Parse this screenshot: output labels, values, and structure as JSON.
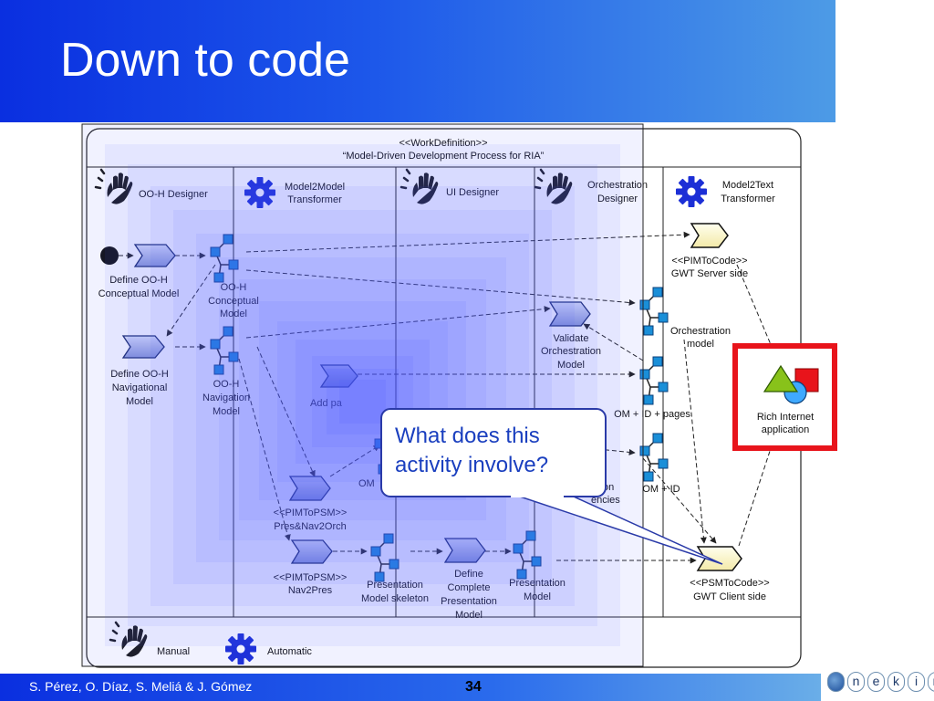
{
  "slide": {
    "title": "Down to code",
    "authors": "S. Pérez, O. Díaz, S. Meliá & J. Gómez",
    "page_number": "34",
    "logo_letters": [
      "o",
      "n",
      "e",
      "k",
      "i",
      "n"
    ]
  },
  "work_definition": {
    "stereotype": "<<WorkDefinition>>",
    "name": "“Model-Driven Development Process for RIA”"
  },
  "lanes": [
    {
      "name": "OO-H Designer",
      "kind": "manual"
    },
    {
      "name_lines": [
        "Model2Model",
        "Transformer"
      ],
      "kind": "automatic"
    },
    {
      "name": "UI Designer",
      "kind": "manual"
    },
    {
      "name_lines": [
        "Orchestration",
        "Designer"
      ],
      "kind": "manual"
    },
    {
      "name_lines": [
        "Model2Text",
        "Transformer"
      ],
      "kind": "automatic"
    }
  ],
  "activities": {
    "define_conceptual": [
      "Define OO-H",
      "Conceptual Model"
    ],
    "define_navigational": [
      "Define OO-H",
      "Navigational",
      "Model"
    ],
    "pim_to_psm_orch": [
      "<<PIMToPSM>>",
      "Pres&Nav2Orch"
    ],
    "pim_to_psm_pres": [
      "<<PIMToPSM>>",
      "Nav2Pres"
    ],
    "define_presentation": [
      "Define",
      "Complete",
      "Presentation",
      "Model"
    ],
    "validate_orchestration": [
      "Validate",
      "Orchestration",
      "Model"
    ],
    "pim_to_code": [
      "<<PIMToCode>>",
      "GWT Server side"
    ],
    "psm_to_code": [
      "<<PSMToCode>>",
      "GWT Client side"
    ],
    "add_pages_partial": "Add pa",
    "dependencies_partial_1": "on",
    "dependencies_partial_2": "encies"
  },
  "models": {
    "conceptual": [
      "OO-H",
      "Conceptual",
      "Model"
    ],
    "navigation": [
      "OO-H",
      "Navigation",
      "Model"
    ],
    "orchestration": [
      "Orchestration",
      "model"
    ],
    "om_id_pages": "OM + ID + pages",
    "om_id": "OM + ID",
    "om_partial": "OM",
    "presentation_skeleton": [
      "Presentation",
      "Model skeleton"
    ],
    "presentation": [
      "Presentation",
      "Model"
    ]
  },
  "result": {
    "label": [
      "Rich Internet",
      "application"
    ]
  },
  "legend": {
    "manual": "Manual",
    "automatic": "Automatic"
  },
  "callout": {
    "text": "What does this activity involve?"
  },
  "colors": {
    "title_blue": "#1d58ea",
    "highlight_red": "#e8141b",
    "overlay_blue": "#4e5bff",
    "activity_fill": "#b7c0e8",
    "code_activity_fill": "#ffffcc",
    "model_node": "#1a8fd8",
    "callout_text": "#1a3fbf"
  }
}
